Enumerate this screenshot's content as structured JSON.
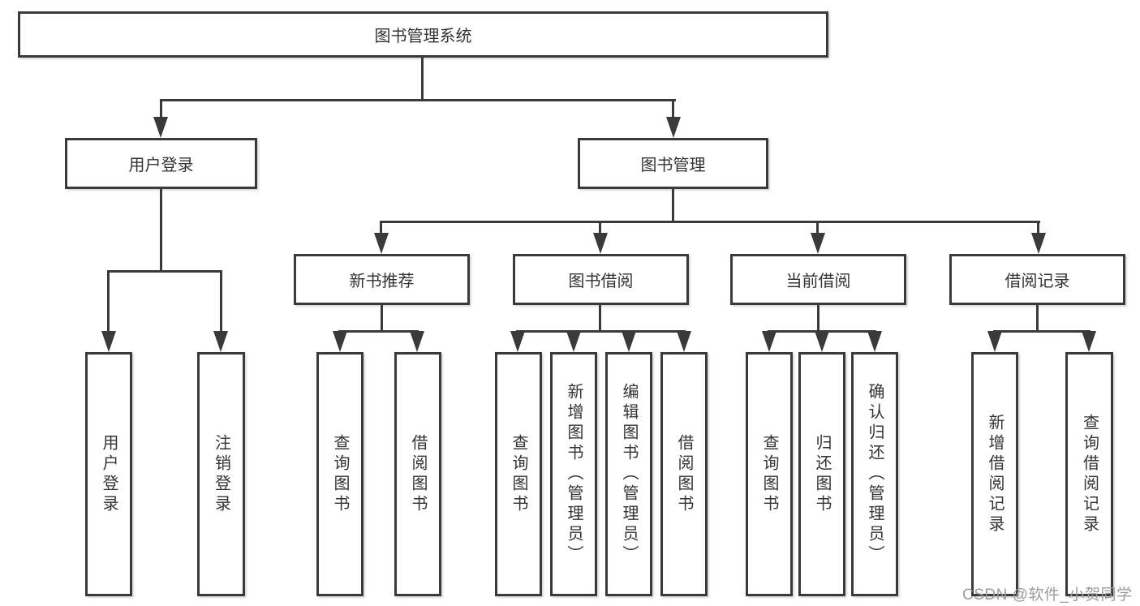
{
  "diagram": {
    "root": {
      "label": "图书管理系统"
    },
    "level2": [
      {
        "label": "用户登录"
      },
      {
        "label": "图书管理"
      }
    ],
    "level3": [
      {
        "label": "新书推荐"
      },
      {
        "label": "图书借阅"
      },
      {
        "label": "当前借阅"
      },
      {
        "label": "借阅记录"
      }
    ],
    "leaves": {
      "user_login": [
        "用户登录",
        "注销登录"
      ],
      "new_book_recommend": [
        "查询图书",
        "借阅图书"
      ],
      "book_borrow": [
        "查询图书",
        "新增图书（管理员）",
        "编辑图书（管理员）",
        "借阅图书"
      ],
      "current_borrow": [
        "查询图书",
        "归还图书",
        "确认归还（管理员）"
      ],
      "borrow_record": [
        "新增借阅记录",
        "查询借阅记录"
      ]
    }
  },
  "watermark": {
    "text": "CSDN @软件_小贺同学",
    "color": "#9c9c9c"
  },
  "colors": {
    "line": "#3a3a3a",
    "text": "#333333",
    "background": "#ffffff"
  }
}
